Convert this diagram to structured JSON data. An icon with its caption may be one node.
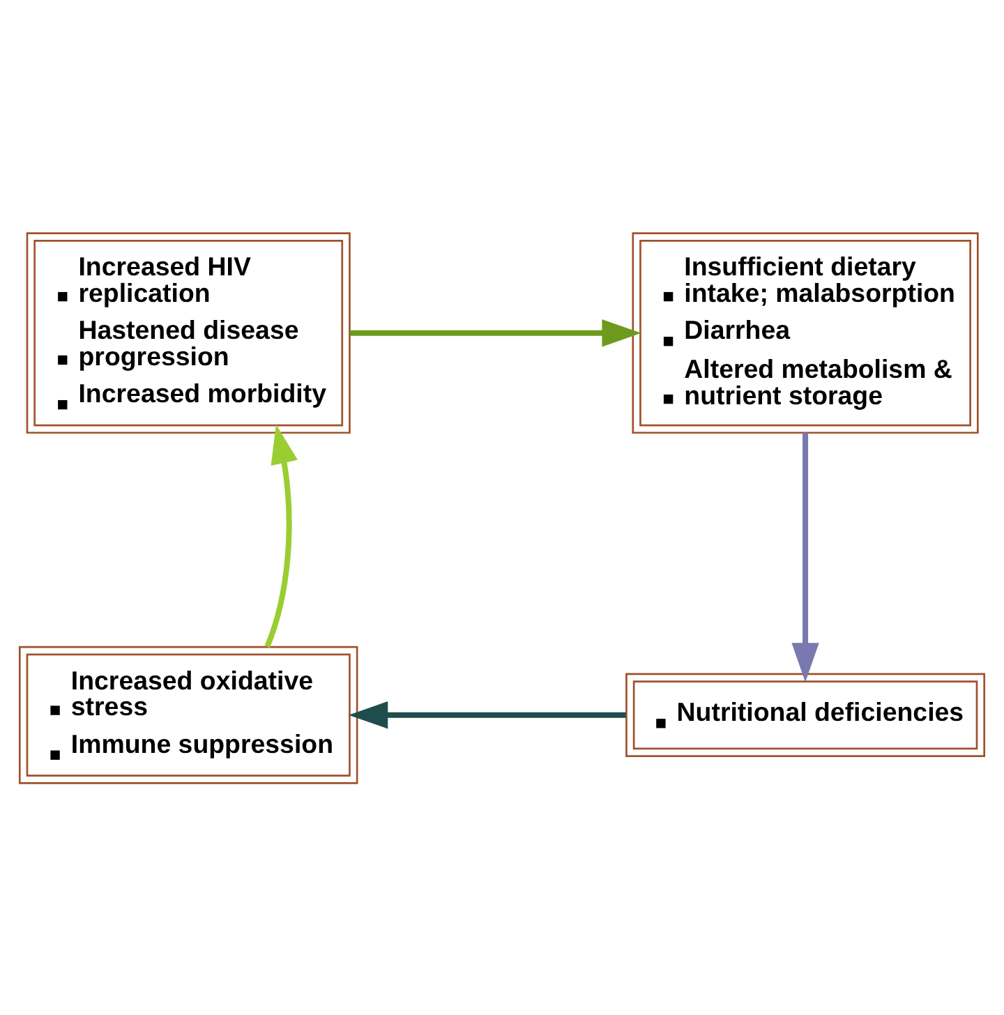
{
  "diagram": {
    "nodes": [
      {
        "text": [
          "Increased HIV replication",
          "Hastened disease progression",
          "Increased morbidity"
        ]
      },
      {
        "text": [
          "Insufficient dietary intake; malabsorption",
          "Diarrhea",
          "Altered metabolism & nutrient storage"
        ]
      },
      {
        "text": [
          "Nutritional deficiencies"
        ]
      },
      {
        "text": [
          "Increased oxidative stress",
          "Immune suppression"
        ]
      }
    ],
    "edges": [
      {
        "from": 0,
        "to": 1,
        "arrow": "to",
        "color": "#6e9a1e"
      },
      {
        "from": 1,
        "to": 2,
        "arrow": "to",
        "color": "#7a78b0"
      },
      {
        "from": 2,
        "to": 3,
        "arrow": "to",
        "color": "#1f4d4d"
      },
      {
        "from": 3,
        "to": 0,
        "arrow": "to",
        "color": "#9acd32"
      }
    ]
  }
}
